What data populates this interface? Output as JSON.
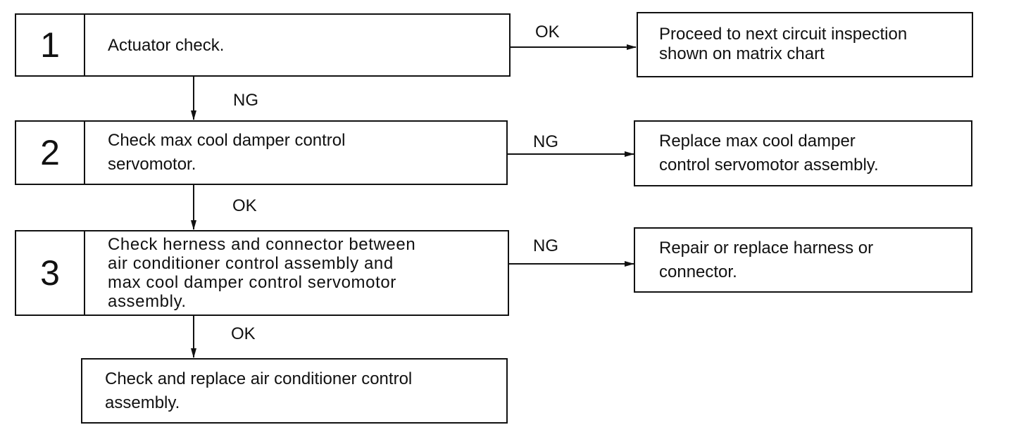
{
  "steps": [
    {
      "number": "1",
      "text": "Actuator check."
    },
    {
      "number": "2",
      "text": "Check max cool damper control\nservomotor."
    },
    {
      "number": "3",
      "text": "Check herness and connector between\nair conditioner control assembly and\nmax cool damper control servomotor\nassembly."
    }
  ],
  "results": {
    "r1": "Proceed to next circuit inspection\nshown on matrix chart",
    "r2": "Replace max cool damper\ncontrol servomotor assembly.",
    "r3": "Repair or replace harness or\nconnector.",
    "final": "Check and replace air conditioner control\nassembly."
  },
  "labels": {
    "s1_right": "OK",
    "s1_down": "NG",
    "s2_right": "NG",
    "s2_down": "OK",
    "s3_right": "NG",
    "s3_down": "OK"
  }
}
